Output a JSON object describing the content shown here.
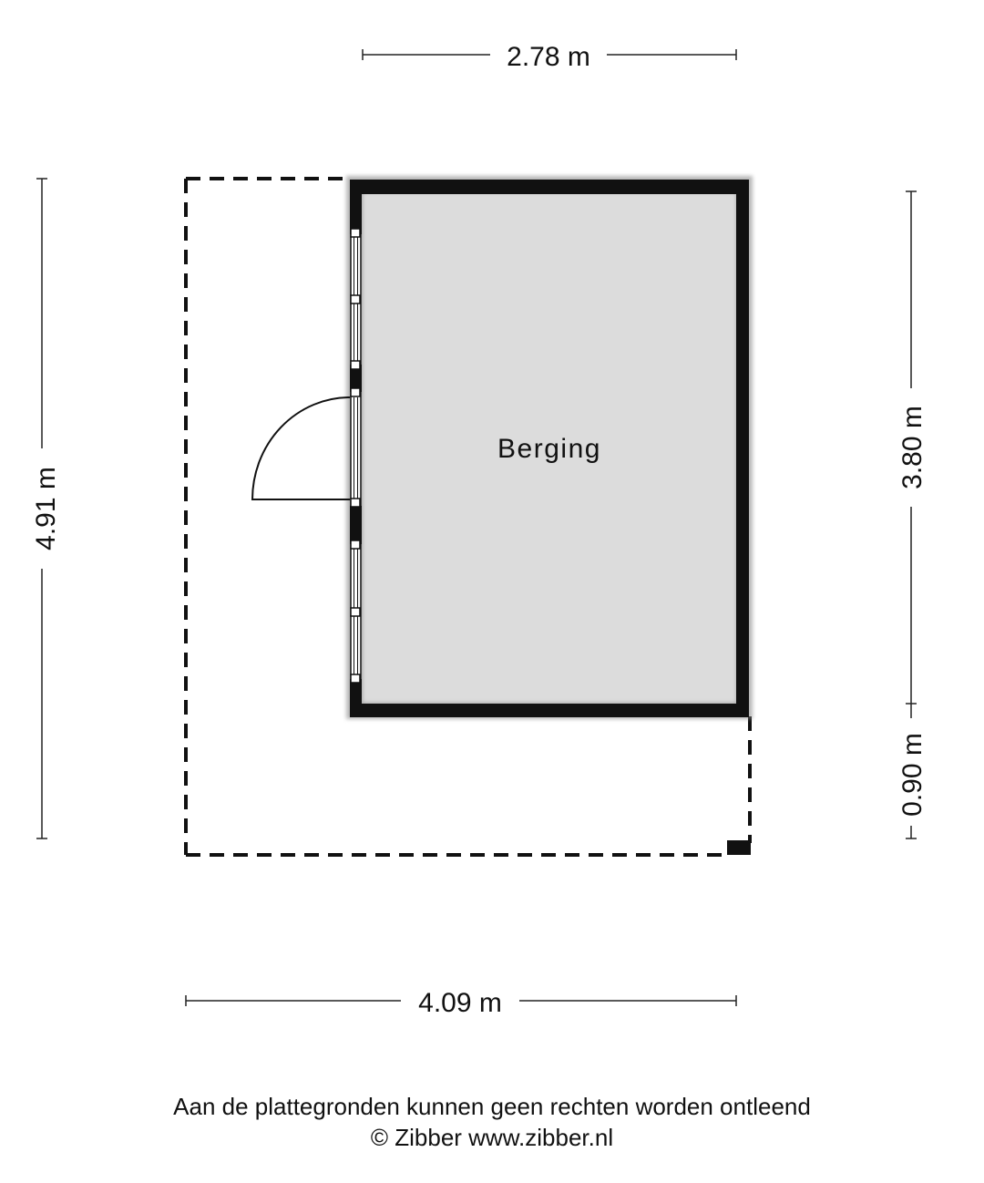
{
  "room": {
    "label": "Berging"
  },
  "dimensions": {
    "top_width": "2.78 m",
    "bottom_width": "4.09 m",
    "left_height": "4.91 m",
    "right_upper_height": "3.80 m",
    "right_lower_height": "0.90 m"
  },
  "footer": {
    "disclaimer": "Aan de plattegronden kunnen geen rechten worden ontleend",
    "copyright": "© Zibber www.zibber.nl"
  },
  "colors": {
    "wall": "#111111",
    "floor": "#dcdcdc",
    "line": "#222222"
  }
}
